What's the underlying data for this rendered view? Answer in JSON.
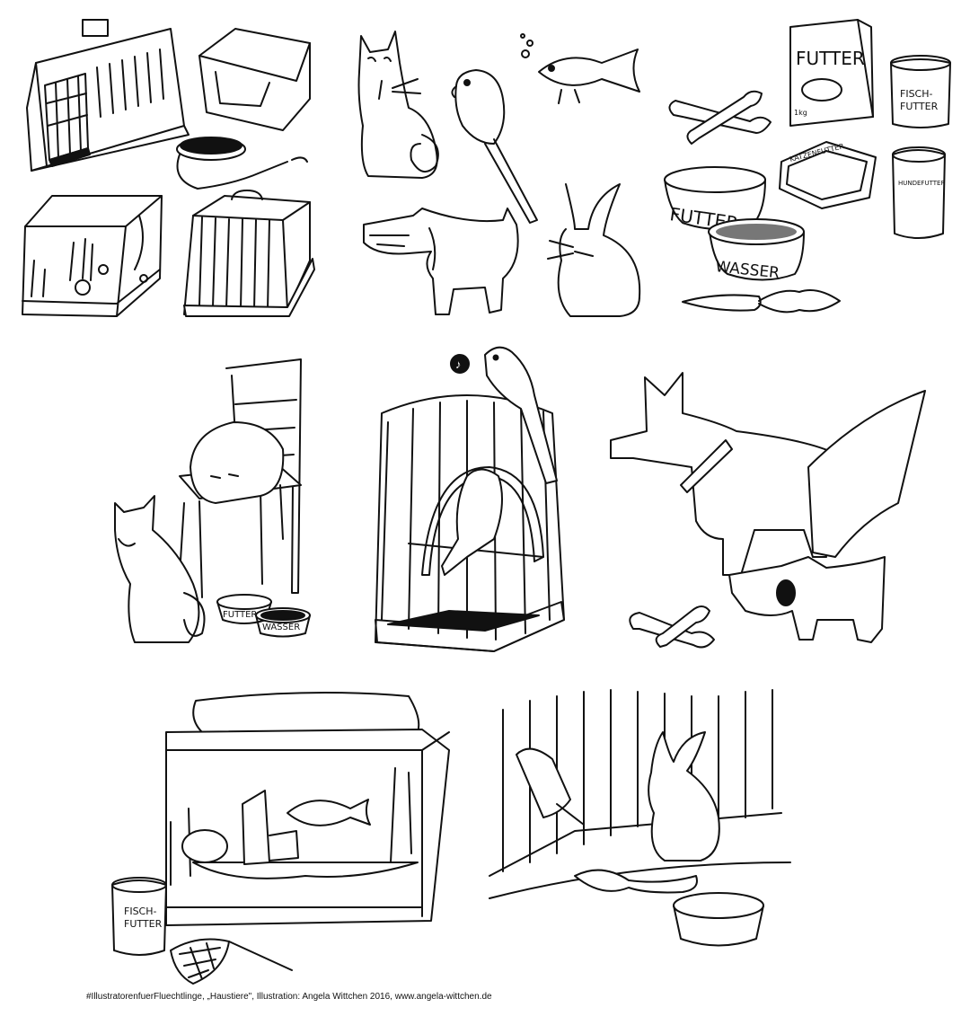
{
  "labels": {
    "food_bag": "FUTTER",
    "food_bag_weight": "1kg",
    "fish_food_can_line1": "FISCH-",
    "fish_food_can_line2": "FUTTER",
    "cat_food_tray": "KATZENFUTTER",
    "dog_food_can": "HUNDEFUTTER",
    "food_bowl": "FUTTER",
    "water_bowl": "WASSER",
    "scene_food_bowl": "FUTTER",
    "scene_water_bowl": "WASSER",
    "aquarium_fish_food_line1": "FISCH-",
    "aquarium_fish_food_line2": "FUTTER"
  },
  "credit": "#IllustratorenfuerFluechtlinge, „Haustiere\", Illustration: Angela Wittchen 2016, www.angela-wittchen.de"
}
